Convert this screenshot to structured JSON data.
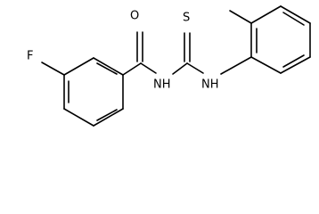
{
  "molecule": {
    "atoms": {
      "fluorine": "F",
      "carbonyl_oxygen": "O",
      "thione_sulfur": "S",
      "amide_nitrogen": "NH",
      "aryl_nitrogen": "NH"
    }
  },
  "colors": {
    "bond": "#000000",
    "background": "#ffffff"
  }
}
